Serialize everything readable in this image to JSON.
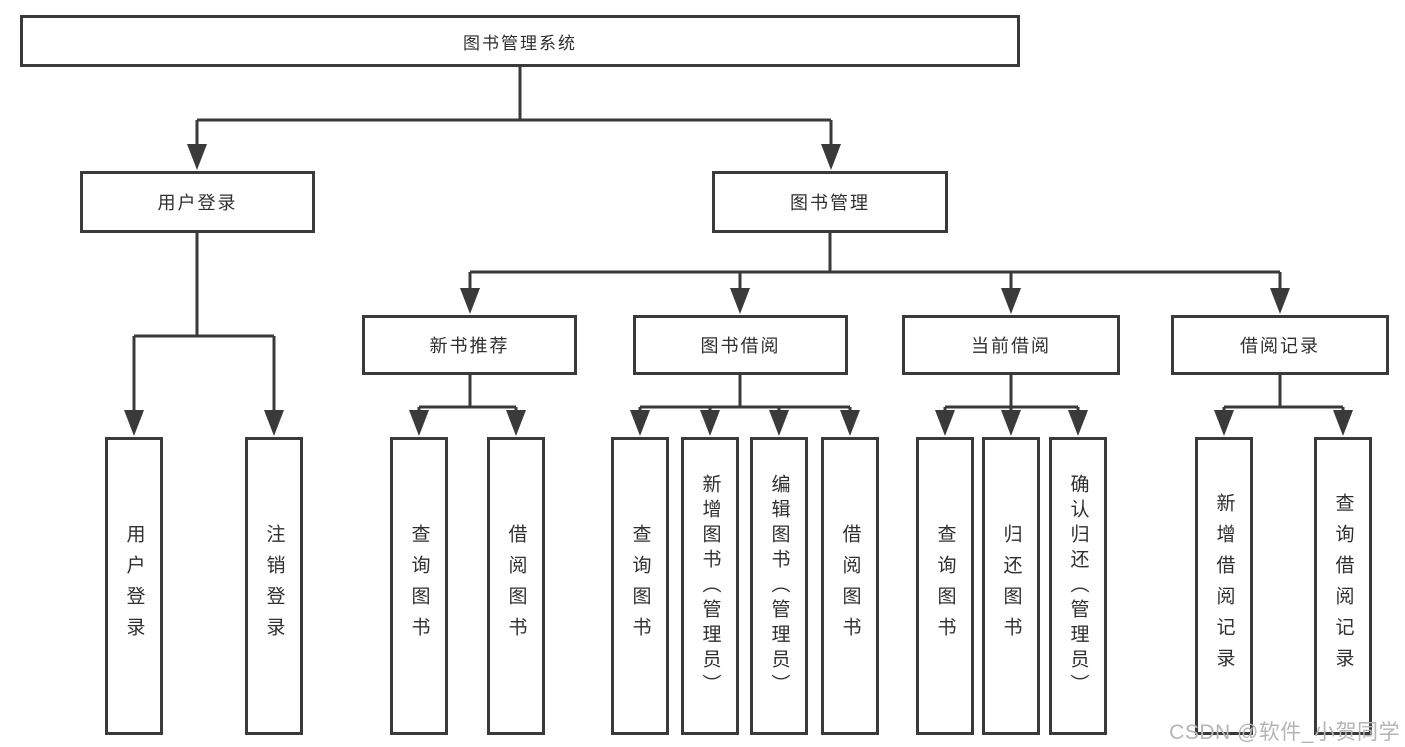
{
  "colors": {
    "line": "#3a3a3a",
    "box_border": "#3a3a3a",
    "box_fill": "#ffffff",
    "text": "#2f2f2f",
    "background": "#ffffff",
    "watermark": "#b5b5b5"
  },
  "tree": {
    "root": {
      "label": "图书管理系统"
    },
    "branches": [
      {
        "label": "用户登录",
        "children": [
          "用户登录",
          "注销登录"
        ]
      },
      {
        "label": "图书管理",
        "children": [
          {
            "label": "新书推荐",
            "children": [
              "查询图书",
              "借阅图书"
            ]
          },
          {
            "label": "图书借阅",
            "children": [
              "查询图书",
              "新增图书（管理员）",
              "编辑图书（管理员）",
              "借阅图书"
            ]
          },
          {
            "label": "当前借阅",
            "children": [
              "查询图书",
              "归还图书",
              "确认归还（管理员）"
            ]
          },
          {
            "label": "借阅记录",
            "children": [
              "新增借阅记录",
              "查询借阅记录"
            ]
          }
        ]
      }
    ]
  },
  "watermark": "CSDN @软件_小贺同学"
}
